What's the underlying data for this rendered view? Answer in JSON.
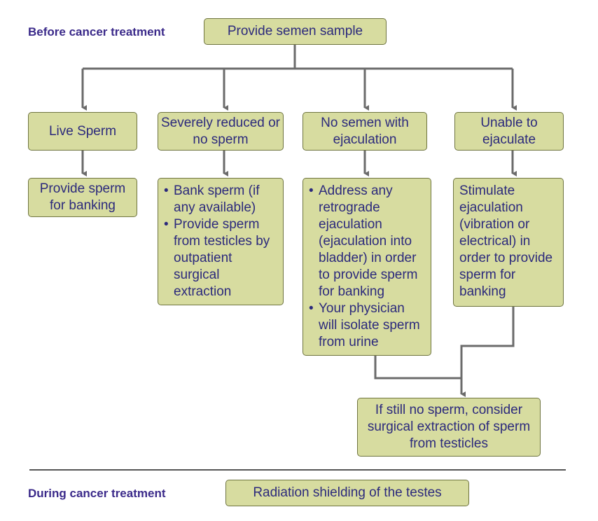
{
  "before_label": "Before cancer treatment",
  "during_label": "During cancer treatment",
  "root": "Provide semen sample",
  "branches": [
    {
      "title": "Live Sperm",
      "action": [
        "Provide sperm",
        "for banking"
      ]
    },
    {
      "title": "Severely reduced or no sperm",
      "action_bullets": [
        "Bank sperm (if any available)",
        "Provide sperm from testicles by outpatient surgical extraction"
      ]
    },
    {
      "title": "No semen with ejaculation",
      "action_bullets": [
        "Address any retrograde ejaculation (ejaculation into bladder) in order to provide sperm for banking",
        "Your physician will isolate sperm from urine"
      ]
    },
    {
      "title": "Unable to ejaculate",
      "action": [
        "Stimulate ejaculation (vibration or electrical) in order to provide sperm for banking"
      ]
    }
  ],
  "final": "If still no sperm, consider surgical extraction of sperm from testicles",
  "during_box": "Radiation shielding of the testes",
  "colors": {
    "box_fill": "#d7dca0",
    "box_border": "#6f7540",
    "text": "#2c2a7c",
    "label": "#3b2a8a",
    "connector": "#6b6b6b"
  }
}
